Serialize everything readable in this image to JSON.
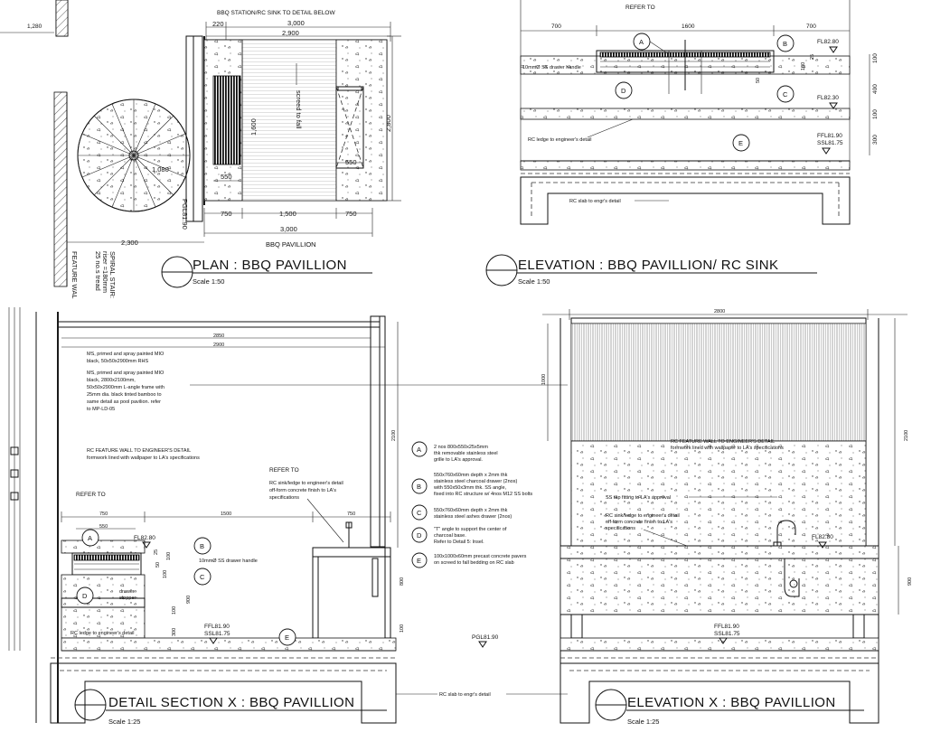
{
  "panels": {
    "plan": {
      "title": "PLAN : BBQ PAVILLION",
      "scale": "Scale 1:50",
      "header": "BBQ STATION/RC SINK TO DETAIL BELOW",
      "sub_label": "BBQ PAVILLION",
      "dims": {
        "d1280": "1,280",
        "d220": "220",
        "d3000_top": "3,000",
        "d2900": "2,900",
        "d2800": "2,800",
        "d1600": "1,600",
        "d550_left": "550",
        "d550_right": "550",
        "d750_left": "750",
        "d1500": "1,500",
        "d750_right": "750",
        "d3000_bottom": "3,000",
        "d2300": "2,300",
        "d1080": "1,080"
      },
      "screed": "screed to fall",
      "pgl": "PGL81.90",
      "stair_lines": [
        "SPIRAL STAIR:",
        "riser =180mm",
        "25 no.s tread"
      ],
      "feature_wall": "FEATURE WAL"
    },
    "elevation_sink": {
      "title": "ELEVATION : BBQ PAVILLION/ RC SINK",
      "scale": "Scale 1:50",
      "refer": "REFER TO",
      "dims": {
        "d700_left": "700",
        "d1600": "1600",
        "d700_right": "700",
        "d100_a": "100",
        "d400": "400",
        "d100_b": "100",
        "d300": "300",
        "d25": "25",
        "d50": "50",
        "d100_c": "100"
      },
      "levels": {
        "fl1": "FL82.80",
        "fl2": "FL82.30",
        "ffl": "FFL81.90",
        "ssl": "SSL81.75"
      },
      "handle": "10mmØ SS drawer handle",
      "ledge": "RC ledge to engineer's detail",
      "slab": "RC slab to engr's detail"
    },
    "section_x": {
      "title": "DETAIL SECTION X : BBQ PAVILLION",
      "scale": "Scale 1:25",
      "dims": {
        "d2850": "2850",
        "d2900": "2900",
        "d2100": "2100",
        "d750": "750",
        "d550": "550",
        "d1500": "1500",
        "d750_r": "750",
        "d100": "100",
        "d800": "800",
        "d900": "900",
        "d100b": "100",
        "d300": "300",
        "d25": "25",
        "d50": "50",
        "d100c": "100",
        "d100d": "100"
      },
      "notes": {
        "n1": [
          "MS, primed and spray painted MIO",
          "black, 50x50x2900mm RHS"
        ],
        "n2": [
          "MS, primed and spray painted MIO",
          "black, 2800x2100mm,",
          "50x50x2900mm L-angle frame with",
          "25mm dia. black tinted bamboo to",
          "same detail as pool pavilion. refer",
          "to MP-LD-05"
        ],
        "n3": [
          "RC FEATURE WALL TO ENGINEER'S DETAIL",
          "formwork lined with wallpaper to LA's specifications"
        ],
        "n4": [
          "RC sink/ledge to engineer's detail",
          "off-form concrete finish to LA's",
          "specifications"
        ]
      },
      "refer_1": "REFER TO",
      "refer_2": "REFER TO",
      "fl": "FL82.80",
      "handle": "10mmØ SS drawer handle",
      "stopper": [
        "drawer",
        "stopper"
      ],
      "ledge": "RC ledge to engineer's detail",
      "ffl": "FFL81.90",
      "ssl": "SSL81.75",
      "pgl": "PGL81.90",
      "slab": "RC slab to engr's detail"
    },
    "legend": {
      "items": [
        {
          "key": "A",
          "lines": [
            "2 nos 800x550x25x5mm",
            "thk removable stainless steel",
            "grille to LA's approval."
          ]
        },
        {
          "key": "B",
          "lines": [
            "550x760x60mm depth x 2mm thk",
            "stainless steel charcoal drawer (2nos)",
            "with 550x50x3mm thk.  SS angle,",
            "fixed into RC structure w/ 4nos M12 SS bolts"
          ]
        },
        {
          "key": "C",
          "lines": [
            "550x760x60mm depth x 2mm thk",
            "stainless steel ashes drawer (2nos)"
          ]
        },
        {
          "key": "D",
          "lines": [
            "\"T\" angle to support  the center of",
            "charcoal base.",
            "Refer to  Detail 5: lnsel."
          ]
        },
        {
          "key": "E",
          "lines": [
            "100x1000x60mm precast concrete pavers",
            "on screed to fall bedding on RC slab"
          ]
        }
      ]
    },
    "elevation_x": {
      "title": "ELEVATION X : BBQ PAVILLION",
      "scale": "Scale 1:25",
      "dims": {
        "d2800": "2800",
        "d1000": "1000",
        "d2100": "2100",
        "d900": "900"
      },
      "notes": {
        "n1": [
          "RC FEATURE WALL TO ENGINEER'S DETAIL",
          "formwork lined with wallpaper to LA's specifications"
        ],
        "n2": "SS tap fitting to LA's approval",
        "n3": [
          "RC sink/ledge to engineer's detail",
          "off-form concrete finish to LA's",
          "specifications"
        ]
      },
      "fl": "FL82.80",
      "ffl": "FFL81.90",
      "ssl": "SSL81.75"
    }
  },
  "tags": {
    "a": "A",
    "b": "B",
    "c": "C",
    "d": "D",
    "e": "E"
  }
}
